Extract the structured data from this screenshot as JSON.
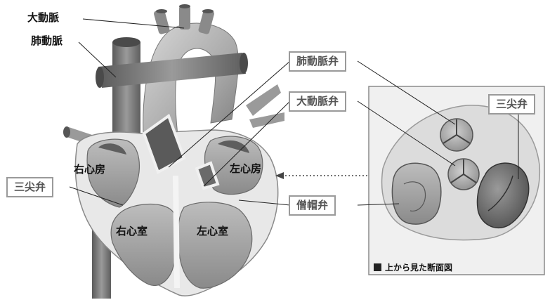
{
  "labels": {
    "aorta": "大動脈",
    "pulmonary_artery": "肺動脈",
    "pulmonary_valve": "肺動脈弁",
    "aortic_valve": "大動脈弁",
    "tricuspid_valve_left": "三尖弁",
    "tricuspid_valve_right": "三尖弁",
    "mitral_valve": "僧帽弁",
    "right_atrium": "右心房",
    "left_atrium": "左心房",
    "right_ventricle": "右心室",
    "left_ventricle": "左心室"
  },
  "panel": {
    "caption": "上から見た断面図"
  },
  "colors": {
    "heart_dark": "#6e6e6e",
    "heart_mid": "#9c9c9c",
    "heart_light": "#cfcfcf",
    "panel_bg": "#eeeeee",
    "label_border": "#9a9a9a"
  }
}
